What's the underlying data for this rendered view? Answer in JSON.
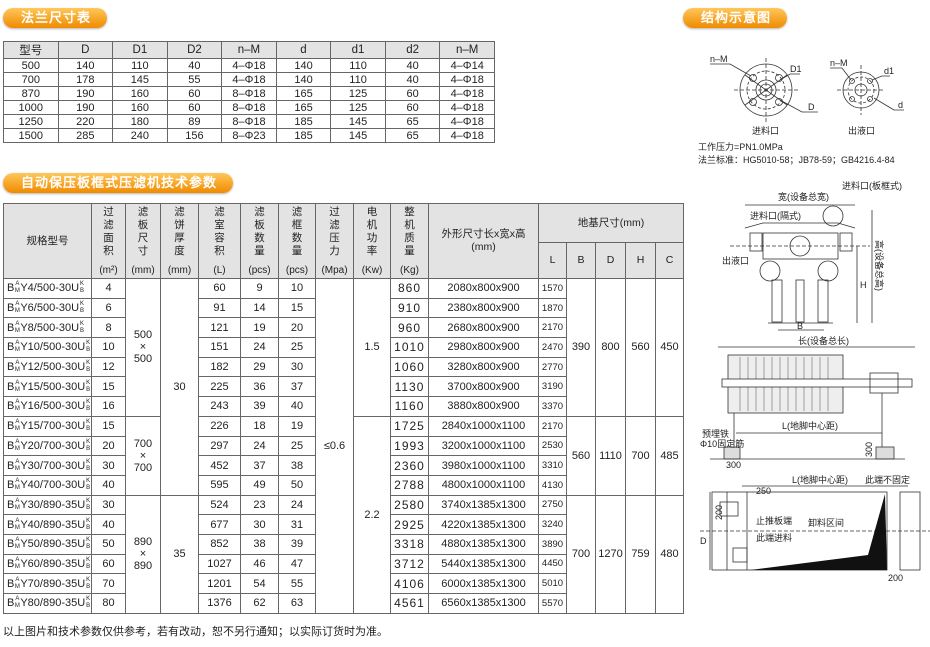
{
  "sections": {
    "flange_title": "法兰尺寸表",
    "tech_title": "自动保压板框式压滤机技术参数",
    "diagram_title": "结构示意图"
  },
  "flange": {
    "headers": [
      "型号",
      "D",
      "D1",
      "D2",
      "n–M",
      "d",
      "d1",
      "d2",
      "n–M"
    ],
    "rows": [
      [
        "500",
        "140",
        "110",
        "40",
        "4–Φ18",
        "140",
        "110",
        "40",
        "4–Φ14"
      ],
      [
        "700",
        "178",
        "145",
        "55",
        "4–Φ18",
        "140",
        "110",
        "40",
        "4–Φ18"
      ],
      [
        "870",
        "190",
        "160",
        "60",
        "8–Φ18",
        "165",
        "125",
        "60",
        "4–Φ18"
      ],
      [
        "1000",
        "190",
        "160",
        "60",
        "8–Φ18",
        "165",
        "125",
        "60",
        "4–Φ18"
      ],
      [
        "1250",
        "220",
        "180",
        "89",
        "8–Φ18",
        "185",
        "145",
        "65",
        "4–Φ18"
      ],
      [
        "1500",
        "285",
        "240",
        "156",
        "8–Φ23",
        "185",
        "145",
        "65",
        "4–Φ18"
      ]
    ]
  },
  "tech": {
    "headers": {
      "model": "规格型号",
      "area": "过滤面积",
      "area_unit": "(m²)",
      "plate": "滤板尺寸",
      "plate_unit": "(mm)",
      "cake": "滤饼厚度",
      "cake_unit": "(mm)",
      "volume": "滤室容积",
      "volume_unit": "(L)",
      "plates": "滤板数量",
      "plates_unit": "(pcs)",
      "frames": "滤框数量",
      "frames_unit": "(pcs)",
      "pressure": "过滤压力",
      "pressure_unit": "(Mpa)",
      "power": "电机功率",
      "power_unit": "(Kw)",
      "weight": "整机质量",
      "weight_unit": "(Kg)",
      "dims": "外形尺寸长x宽x高",
      "dims_unit": "(mm)",
      "foundation": "地基尺寸(mm)",
      "foundation_cols": [
        "L",
        "B",
        "D",
        "H",
        "C"
      ]
    },
    "model_prefix": "B",
    "model_sup": "AM",
    "model_suffix": "KB",
    "rows": [
      {
        "model": "Y4/500-30U",
        "area": "4",
        "volume": "60",
        "plates": "9",
        "frames": "10",
        "weight": "860",
        "dims": "2080x800x900",
        "L": "1570"
      },
      {
        "model": "Y6/500-30U",
        "area": "6",
        "volume": "91",
        "plates": "14",
        "frames": "15",
        "weight": "910",
        "dims": "2380x800x900",
        "L": "1870"
      },
      {
        "model": "Y8/500-30U",
        "area": "8",
        "volume": "121",
        "plates": "19",
        "frames": "20",
        "weight": "960",
        "dims": "2680x800x900",
        "L": "2170"
      },
      {
        "model": "Y10/500-30U",
        "area": "10",
        "volume": "151",
        "plates": "24",
        "frames": "25",
        "weight": "1010",
        "dims": "2980x800x900",
        "L": "2470"
      },
      {
        "model": "Y12/500-30U",
        "area": "12",
        "volume": "182",
        "plates": "29",
        "frames": "30",
        "weight": "1060",
        "dims": "3280x800x900",
        "L": "2770"
      },
      {
        "model": "Y15/500-30U",
        "area": "15",
        "volume": "225",
        "plates": "36",
        "frames": "37",
        "weight": "1130",
        "dims": "3700x800x900",
        "L": "3190"
      },
      {
        "model": "Y16/500-30U",
        "area": "16",
        "volume": "243",
        "plates": "39",
        "frames": "40",
        "weight": "1160",
        "dims": "3880x800x900",
        "L": "3370"
      },
      {
        "model": "Y15/700-30U",
        "area": "15",
        "volume": "226",
        "plates": "18",
        "frames": "19",
        "weight": "1725",
        "dims": "2840x1000x1100",
        "L": "2170"
      },
      {
        "model": "Y20/700-30U",
        "area": "20",
        "volume": "297",
        "plates": "24",
        "frames": "25",
        "weight": "1993",
        "dims": "3200x1000x1100",
        "L": "2530"
      },
      {
        "model": "Y30/700-30U",
        "area": "30",
        "volume": "452",
        "plates": "37",
        "frames": "38",
        "weight": "2360",
        "dims": "3980x1000x1100",
        "L": "3310"
      },
      {
        "model": "Y40/700-30U",
        "area": "40",
        "volume": "595",
        "plates": "49",
        "frames": "50",
        "weight": "2788",
        "dims": "4800x1000x1100",
        "L": "4130"
      },
      {
        "model": "Y30/890-35U",
        "area": "30",
        "volume": "524",
        "plates": "23",
        "frames": "24",
        "weight": "2580",
        "dims": "3740x1385x1300",
        "L": "2750"
      },
      {
        "model": "Y40/890-35U",
        "area": "40",
        "volume": "677",
        "plates": "30",
        "frames": "31",
        "weight": "2925",
        "dims": "4220x1385x1300",
        "L": "3240"
      },
      {
        "model": "Y50/890-35U",
        "area": "50",
        "volume": "852",
        "plates": "38",
        "frames": "39",
        "weight": "3318",
        "dims": "4880x1385x1300",
        "L": "3890"
      },
      {
        "model": "Y60/890-35U",
        "area": "60",
        "volume": "1027",
        "plates": "46",
        "frames": "47",
        "weight": "3712",
        "dims": "5440x1385x1300",
        "L": "4450"
      },
      {
        "model": "Y70/890-35U",
        "area": "70",
        "volume": "1201",
        "plates": "54",
        "frames": "55",
        "weight": "4106",
        "dims": "6000x1385x1300",
        "L": "5010"
      },
      {
        "model": "Y80/890-35U",
        "area": "80",
        "volume": "1376",
        "plates": "62",
        "frames": "63",
        "weight": "4561",
        "dims": "6560x1385x1300",
        "L": "5570"
      }
    ],
    "plate_groups": [
      {
        "rows": 7,
        "line1": "500",
        "x": "×",
        "line2": "500"
      },
      {
        "rows": 4,
        "line1": "700",
        "x": "×",
        "line2": "700"
      },
      {
        "rows": 6,
        "line1": "890",
        "x": "×",
        "line2": "890"
      }
    ],
    "cake_groups": [
      {
        "rows": 11,
        "value": "30"
      },
      {
        "rows": 6,
        "value": "35"
      }
    ],
    "pressure_groups": [
      {
        "rows": 17,
        "value": "≤0.6"
      }
    ],
    "power_groups": [
      {
        "rows": 7,
        "value": "1.5"
      },
      {
        "rows": 10,
        "value": "2.2"
      }
    ],
    "foundation_groups": [
      {
        "rows": 7,
        "B": "390",
        "D": "800",
        "H": "560",
        "C": "450"
      },
      {
        "rows": 4,
        "B": "560",
        "D": "1110",
        "H": "700",
        "C": "485"
      },
      {
        "rows": 6,
        "B": "700",
        "D": "1270",
        "H": "759",
        "C": "480"
      }
    ]
  },
  "diagram": {
    "inlet_label": "进料口",
    "outlet_label": "出液口",
    "nM": "n–M",
    "D1": "D1",
    "D": "D",
    "d1": "d1",
    "d": "d",
    "pressure_note": "工作压力=PN1.0MPa",
    "standard_note": "法兰标准：HG5010-58；JB78-59；GB4216.4-84",
    "width_label": "宽(设备总宽)",
    "inlet_frame": "进料口(板框式)",
    "inlet_jaw": "进料口(隔式)",
    "outlet": "出液口",
    "H": "H",
    "height_label": "高(设备总高)",
    "B": "B",
    "length_label": "长(设备总长)",
    "L_label": "L(地脚中心距)",
    "embed": "预埋铁",
    "fix": "Φ10固定筋",
    "d300a": "300",
    "d300b": "300",
    "not_fixed": "此端不固定",
    "d250": "250",
    "d200": "200",
    "d200b": "200",
    "stop": "止推板端",
    "feed": "此端进料",
    "unload": "卸料区间",
    "Dv": "D"
  },
  "footer_note": "以上图片和技术参数仅供参考，若有改动，恕不另行通知；以实际订货时为准。"
}
